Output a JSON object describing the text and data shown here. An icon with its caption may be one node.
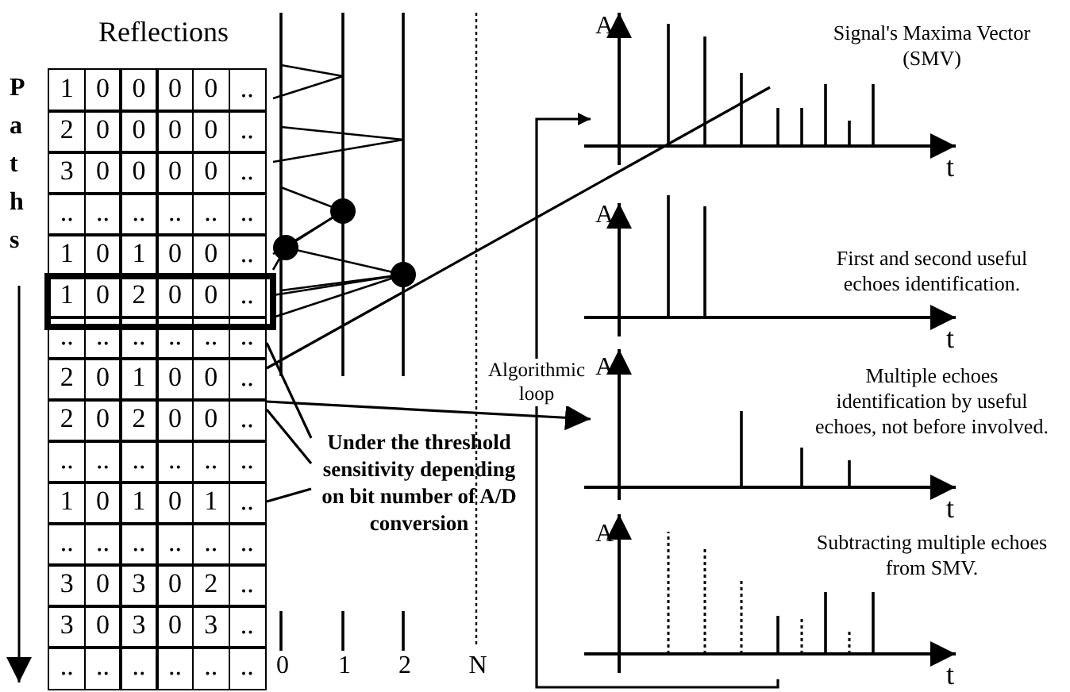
{
  "diagram": {
    "nodes": [
      {
        "text": [
          "Reflections"
        ]
      },
      {
        "text": [
          "Signal's Maxima Vector (SMV)"
        ]
      },
      {
        "text": [
          "First and second useful echoes identification."
        ]
      },
      {
        "text": [
          "Under the threshold sensitivity depending on bit number of A/D conversion"
        ]
      },
      {
        "text": [
          "Multiple echoes identification by useful echoes, not before involved."
        ]
      },
      {
        "text": [
          "Subtracting multiple echoes from SMV."
        ]
      }
    ],
    "edges": [
      {
        "from": 0,
        "to": 4,
        "arrow": "to"
      },
      {
        "from": 3,
        "to": 0,
        "arrow": "none"
      },
      {
        "from": 3,
        "to": 0,
        "arrow": "none"
      },
      {
        "from": 3,
        "to": 0,
        "arrow": "none"
      },
      {
        "from": 0,
        "to": 1,
        "arrow": "none"
      },
      {
        "from": 5,
        "to": 1,
        "arrow": "to",
        "label": "Algorithmic loop"
      }
    ],
    "labels": [
      "1",
      "0",
      "0",
      "0",
      "0",
      "..",
      "2",
      "0",
      "0",
      "0",
      "0",
      "..",
      "3",
      "0",
      "0",
      "0",
      "0",
      "..",
      "..",
      "..",
      "..",
      "..",
      "..",
      "..",
      "1",
      "0",
      "1",
      "0",
      "0",
      "..",
      "1",
      "0",
      "2",
      "0",
      "0",
      "..",
      "..",
      "..",
      "..",
      "..",
      "..",
      "..",
      "2",
      "0",
      "1",
      "0",
      "0",
      "..",
      "2",
      "0",
      "2",
      "0",
      "0",
      "..",
      "..",
      "..",
      "..",
      "..",
      "..",
      "..",
      "1",
      "0",
      "1",
      "0",
      "1",
      "..",
      "..",
      "..",
      "..",
      "..",
      "..",
      "..",
      "3",
      "0",
      "3",
      "0",
      "2",
      "..",
      "3",
      "0",
      "3",
      "0",
      "3",
      "..",
      "..",
      "..",
      "..",
      "..",
      "..",
      "..",
      "0",
      "1",
      "2",
      "N",
      "Paths",
      "A",
      "t",
      "A",
      "t",
      "A",
      "t",
      "A",
      "t"
    ]
  }
}
